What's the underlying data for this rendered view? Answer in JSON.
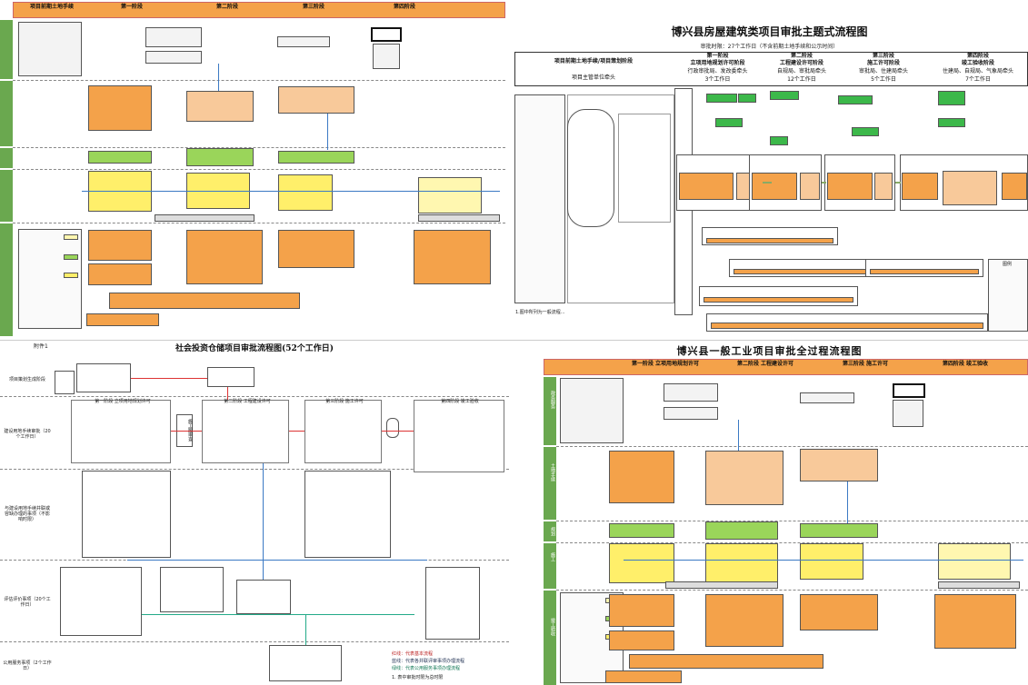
{
  "panels": {
    "top_right": {
      "title": "博兴县房屋建筑类项目审批主题式流程图",
      "subtitle": "审批时限：27个工作日（不含前期土地手续和公示时间）",
      "pre_stage": "项目前期土地手续/项目策划阶段",
      "pre_lead": "项目主管单位牵头",
      "stages": [
        {
          "name": "第一阶段",
          "label": "立项用地规划许可阶段",
          "lead": "行政审批局、发改委牵头",
          "days": "3个工作日"
        },
        {
          "name": "第二阶段",
          "label": "工程建设许可阶段",
          "lead": "自规局、审批局牵头",
          "days": "12个工作日"
        },
        {
          "name": "第三阶段",
          "label": "施工许可阶段",
          "lead": "审批局、住建局牵头",
          "days": "5个工作日"
        },
        {
          "name": "第四阶段",
          "label": "竣工验收阶段",
          "lead": "住建局、自规局、气象局牵头",
          "days": "7个工作日"
        }
      ],
      "notes": "图例",
      "bottom_notes": "1.图中所列为一般流程..."
    },
    "bottom_left": {
      "title": "社会投资仓储项目审批流程图(52个工作日)",
      "attachment": "附件1",
      "lanes": [
        "项目策划生成阶段",
        "建设用地手续审批（20个工作日）",
        "与建设用地手续并联或容缺办理的事项（不影响时限）",
        "评估评价事项（20个工作日）",
        "公用服务事项（2个工作日）"
      ],
      "stages": [
        "第一阶段 立项用地规划许可",
        "第二阶段 工程建设许可",
        "第三阶段 施工许可",
        "第四阶段 竣工验收"
      ],
      "center_label": "施工图审查",
      "legend": [
        "红线：代表基本流程",
        "蓝线：代表各并联评审事项办理流程",
        "绿线：代表公用服务事项办理流程"
      ],
      "footnote": "1. 表中审批时限为总时限"
    },
    "bottom_right": {
      "title": "博兴县一般工业项目审批全过程流程图",
      "stages": [
        "第一阶段 立项用地规划许可",
        "第二阶段 工程建设许可",
        "第三阶段 施工许可",
        "第四阶段 竣工验收"
      ],
      "lanes": [
        "政务服务",
        "土地手续",
        "规划",
        "施工",
        "竣工验收"
      ]
    },
    "top_left": {
      "stages": [
        "项目前期土地手续",
        "第一阶段",
        "第二阶段",
        "第三阶段",
        "第四阶段"
      ]
    }
  },
  "colors": {
    "orange": "#f4a24a",
    "yellow": "#ffef6a",
    "green": "#3cb84a",
    "blue": "#3b79c4",
    "red": "#d33"
  }
}
